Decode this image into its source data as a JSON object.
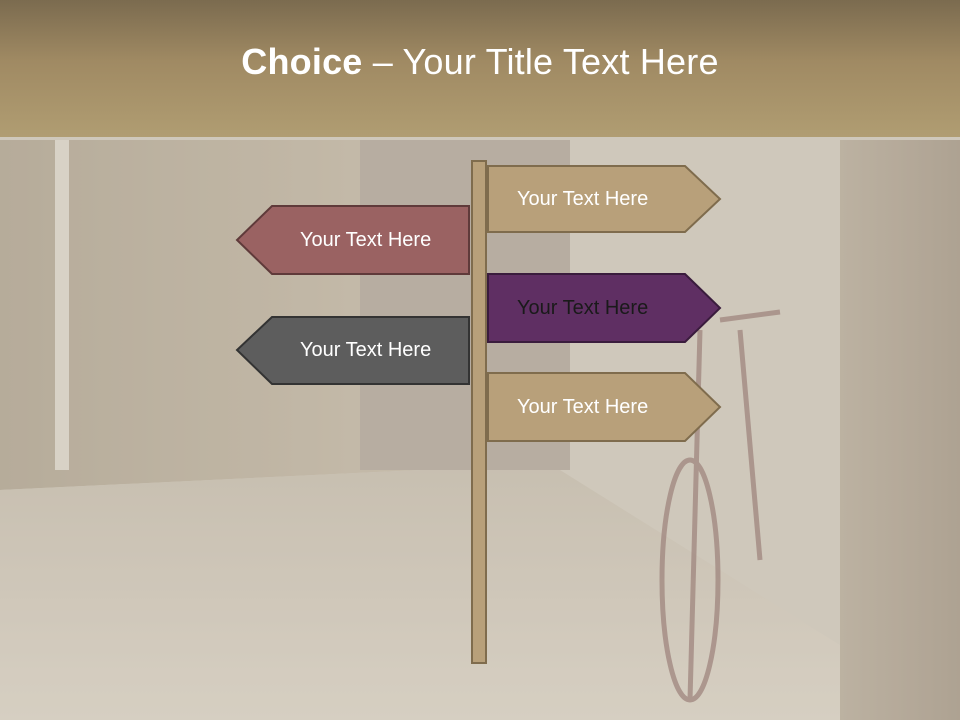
{
  "title": {
    "bold": "Choice",
    "rest": " – Your Title Text Here"
  },
  "signs": [
    {
      "label": "Your Text Here",
      "direction": "right",
      "fill": "#b8a07a",
      "stroke": "#7f6c4d"
    },
    {
      "label": "Your Text Here",
      "direction": "left",
      "fill": "#9a6262",
      "stroke": "#5f3a3a"
    },
    {
      "label": "Your Text Here",
      "direction": "right",
      "fill": "#5f2f63",
      "stroke": "#3a1c3d"
    },
    {
      "label": "Your Text Here",
      "direction": "left",
      "fill": "#5d5d5d",
      "stroke": "#333333"
    },
    {
      "label": "Your Text Here",
      "direction": "right",
      "fill": "#b8a07a",
      "stroke": "#7f6c4d"
    }
  ]
}
